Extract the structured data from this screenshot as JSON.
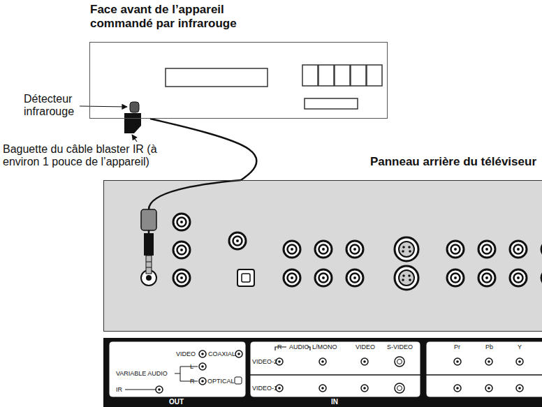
{
  "diagram": {
    "nodes": [
      {
        "text": [
          "Face avant de l’appareil commandé par infrarouge"
        ]
      },
      {
        "text": [
          "Panneau arrière du téléviseur"
        ]
      }
    ],
    "edges": [
      {
        "from": 1,
        "to": 0,
        "arrow": "none"
      }
    ],
    "labels": [
      "Détecteur infrarouge",
      "Baguette du câble blaster IR (à environ 1 pouce de l’appareil)",
      "VIDEO",
      "COAXIAL",
      "VARIABLE AUDIO",
      "L",
      "R",
      "OPTICAL",
      "IR",
      "OUT",
      "R",
      "AUDIO",
      "L/MONO",
      "VIDEO",
      "S-VIDEO",
      "VIDEO-2",
      "VIDEO-1",
      "IN",
      "Pr",
      "Pb",
      "Y"
    ]
  }
}
